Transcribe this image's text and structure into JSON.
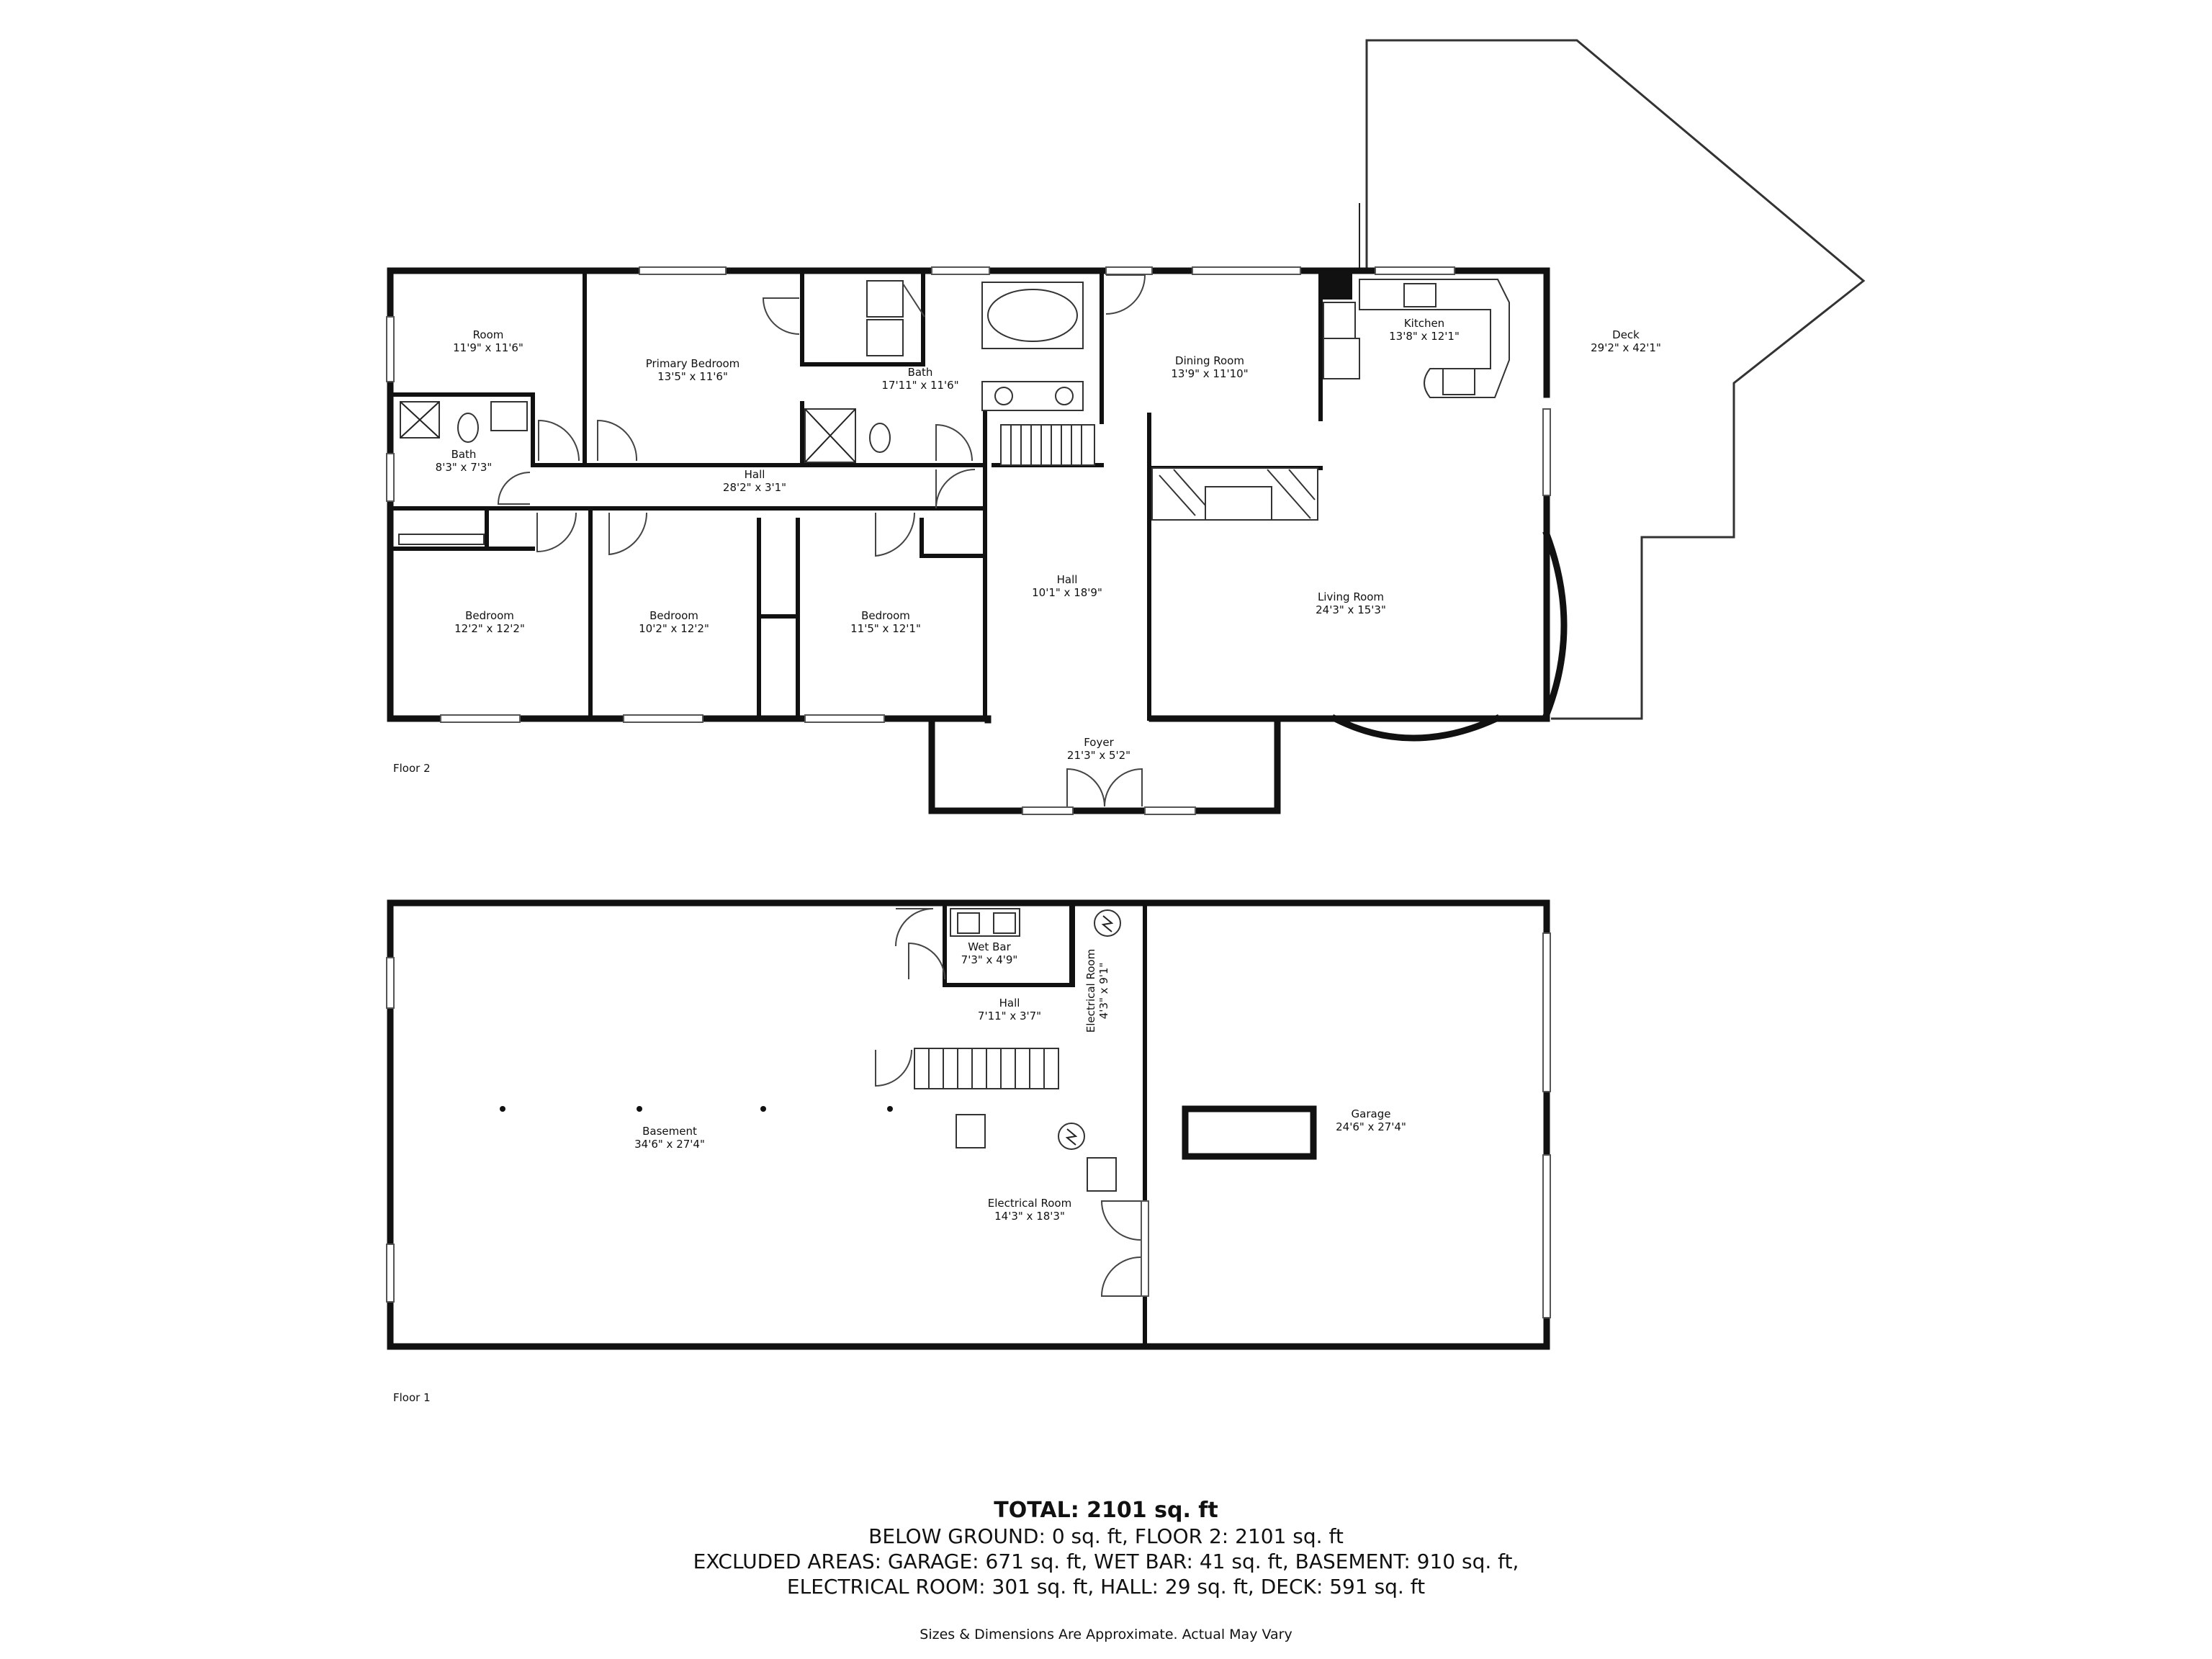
{
  "floors": [
    {
      "label": "Floor 2",
      "rooms": [
        {
          "id": "room",
          "name": "Room",
          "dims": "11'9\" x 11'6\""
        },
        {
          "id": "primary-bedroom",
          "name": "Primary Bedroom",
          "dims": "13'5\" x 11'6\""
        },
        {
          "id": "bath-primary",
          "name": "Bath",
          "dims": "17'11\" x 11'6\""
        },
        {
          "id": "bath-small",
          "name": "Bath",
          "dims": "8'3\" x 7'3\""
        },
        {
          "id": "hall-upper",
          "name": "Hall",
          "dims": "28'2\" x 3'1\""
        },
        {
          "id": "dining-room",
          "name": "Dining Room",
          "dims": "13'9\" x 11'10\""
        },
        {
          "id": "kitchen",
          "name": "Kitchen",
          "dims": "13'8\" x 12'1\""
        },
        {
          "id": "deck",
          "name": "Deck",
          "dims": "29'2\" x 42'1\""
        },
        {
          "id": "bedroom-1",
          "name": "Bedroom",
          "dims": "12'2\" x 12'2\""
        },
        {
          "id": "bedroom-2",
          "name": "Bedroom",
          "dims": "10'2\" x 12'2\""
        },
        {
          "id": "bedroom-3",
          "name": "Bedroom",
          "dims": "11'5\" x 12'1\""
        },
        {
          "id": "hall-center",
          "name": "Hall",
          "dims": "10'1\" x 18'9\""
        },
        {
          "id": "living-room",
          "name": "Living Room",
          "dims": "24'3\" x 15'3\""
        },
        {
          "id": "foyer",
          "name": "Foyer",
          "dims": "21'3\" x 5'2\""
        }
      ]
    },
    {
      "label": "Floor 1",
      "rooms": [
        {
          "id": "wet-bar",
          "name": "Wet Bar",
          "dims": "7'3\" x 4'9\""
        },
        {
          "id": "electrical-room-small",
          "name": "Electrical Room",
          "dims": "4'3\" x 9'1\""
        },
        {
          "id": "hall-lower",
          "name": "Hall",
          "dims": "7'11\" x 3'7\""
        },
        {
          "id": "basement",
          "name": "Basement",
          "dims": "34'6\" x 27'4\""
        },
        {
          "id": "garage",
          "name": "Garage",
          "dims": "24'6\" x 27'4\""
        },
        {
          "id": "electrical-room",
          "name": "Electrical Room",
          "dims": "14'3\" x 18'3\""
        }
      ]
    }
  ],
  "summary": {
    "total": "TOTAL: 2101 sq. ft",
    "lines": [
      "BELOW GROUND: 0 sq. ft, FLOOR 2: 2101 sq. ft",
      "EXCLUDED AREAS: GARAGE: 671 sq. ft, WET BAR: 41 sq. ft, BASEMENT: 910 sq. ft,",
      "ELECTRICAL ROOM: 301 sq. ft, HALL: 29 sq. ft, DECK: 591 sq. ft"
    ],
    "disclaimer": "Sizes & Dimensions Are Approximate. Actual May Vary"
  }
}
